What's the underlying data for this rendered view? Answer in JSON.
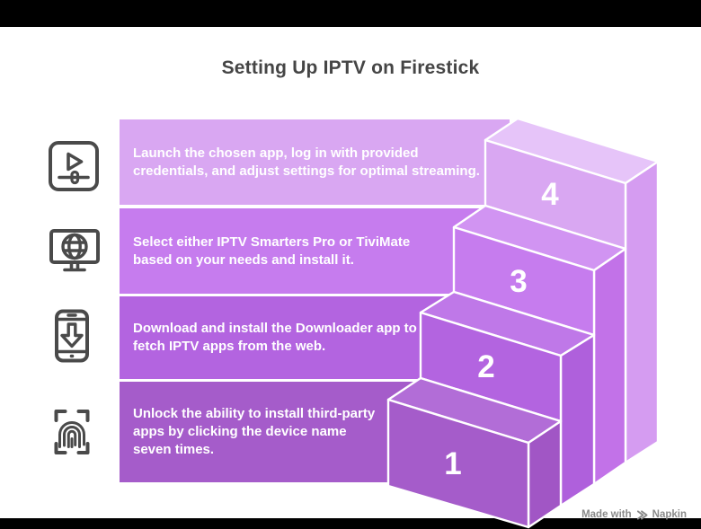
{
  "title": "Setting Up IPTV on Firestick",
  "rows": [
    {
      "step": "4",
      "icon": "video-player-settings-icon",
      "lines": [
        "Launch the chosen app, log in with provided",
        "credentials, and adjust settings for optimal streaming."
      ]
    },
    {
      "step": "3",
      "icon": "tv-globe-icon",
      "lines": [
        "Select either IPTV Smarters Pro or TiviMate",
        "based on your needs and install it."
      ]
    },
    {
      "step": "2",
      "icon": "phone-download-icon",
      "lines": [
        "Download and install the Downloader app to",
        "fetch IPTV apps from the web."
      ]
    },
    {
      "step": "1",
      "icon": "fingerprint-scan-icon",
      "lines": [
        "Unlock the ability to install third-party",
        "apps by clicking the device name",
        "seven times."
      ]
    }
  ],
  "watermark": {
    "prefix": "Made with",
    "brand": "Napkin"
  },
  "colors": {
    "frame-bar": "#000000",
    "title-text": "#454545",
    "icon-stroke": "#4a4a4a",
    "row-text": "#ffffff",
    "outline": "#ffffff",
    "watermark-text": "#8a8a8a",
    "step4-front": "#d9a7f2",
    "step4-top": "#e6c4f9",
    "step4-side": "#d59cf1",
    "step3-front": "#c67cee",
    "step3-top": "#d194f2",
    "step3-side": "#c272e8",
    "step2-front": "#b364e0",
    "step2-top": "#bf78e8",
    "step2-side": "#af60dc",
    "step1-front": "#a55cca",
    "step1-top": "#b26dd7",
    "step1-side": "#a156c5"
  }
}
